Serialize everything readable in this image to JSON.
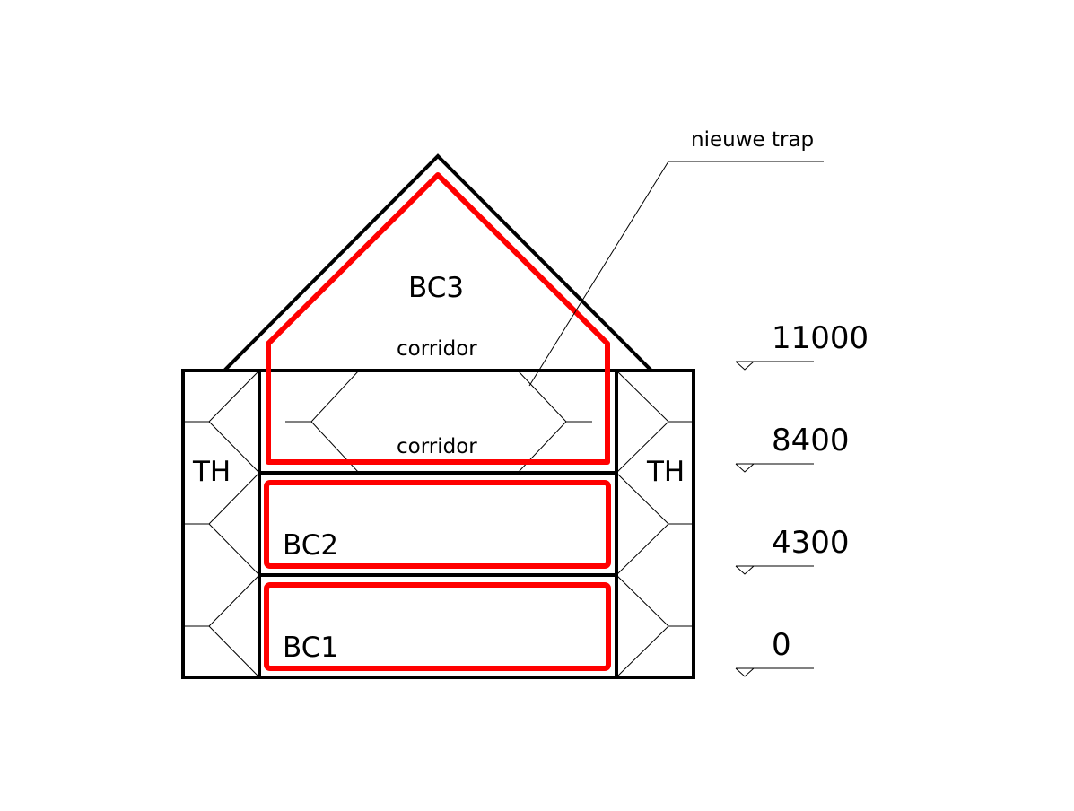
{
  "labels": {
    "compartment_3": "BC3",
    "compartment_2": "BC2",
    "compartment_1": "BC1",
    "corridor_upper": "corridor",
    "corridor_lower": "corridor",
    "stair_left": "TH",
    "stair_right": "TH",
    "callout": "nieuwe trap"
  },
  "levels": [
    "11000",
    "8400",
    "4300",
    "0"
  ],
  "colors": {
    "compartment": "#ff0000",
    "lines": "#000000"
  }
}
